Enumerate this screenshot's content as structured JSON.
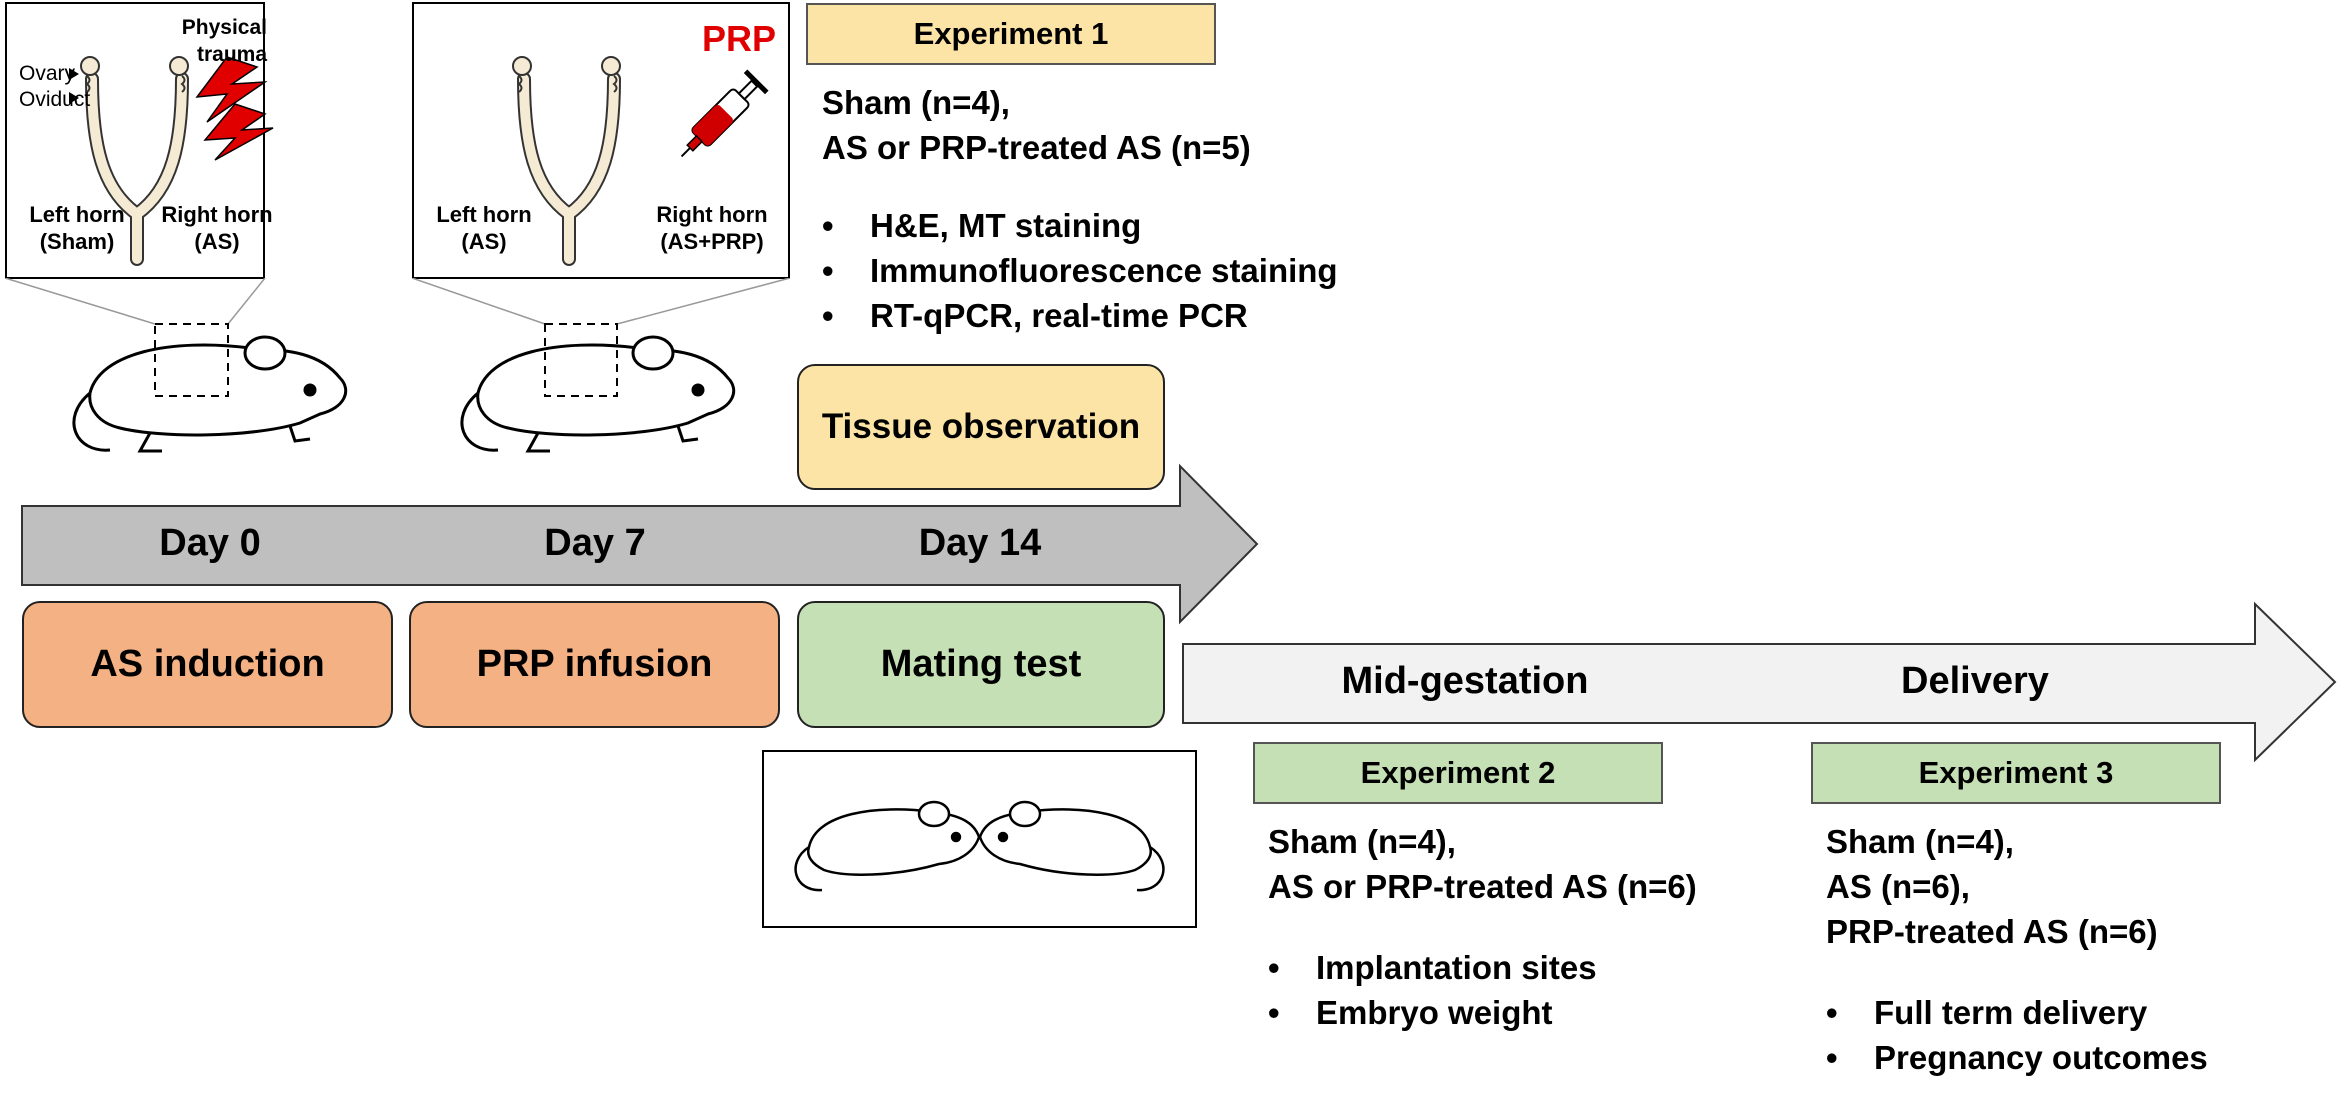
{
  "inset1": {
    "title": "Physical trauma",
    "ovary": "Ovary",
    "oviduct": "Oviduct",
    "left_horn": [
      "Left horn",
      "(Sham)"
    ],
    "right_horn": [
      "Right horn",
      "(AS)"
    ]
  },
  "inset2": {
    "title": "PRP",
    "left_horn": [
      "Left horn",
      "(AS)"
    ],
    "right_horn": [
      "Right horn",
      "(AS+PRP)"
    ]
  },
  "experiment1": {
    "header": "Experiment 1",
    "groups": [
      "Sham (n=4),",
      "AS or PRP-treated AS (n=5)"
    ],
    "bullets": [
      "H&E, MT staining",
      "Immunofluorescence staining",
      "RT-qPCR, real-time PCR"
    ]
  },
  "tissue_observation": "Tissue observation",
  "timeline1": {
    "days": [
      "Day 0",
      "Day 7",
      "Day 14"
    ]
  },
  "stages": {
    "as_induction": "AS induction",
    "prp_infusion": "PRP infusion",
    "mating_test": "Mating test"
  },
  "timeline2": {
    "phases": [
      "Mid-gestation",
      "Delivery"
    ]
  },
  "experiment2": {
    "header": "Experiment 2",
    "groups": [
      "Sham (n=4),",
      "AS or PRP-treated AS (n=6)"
    ],
    "bullets": [
      "Implantation sites",
      "Embryo weight"
    ]
  },
  "experiment3": {
    "header": "Experiment 3",
    "groups": [
      "Sham (n=4),",
      "AS (n=6),",
      "PRP-treated AS (n=6)"
    ],
    "bullets": [
      "Full term delivery",
      "Pregnancy outcomes"
    ]
  },
  "colors": {
    "yellow": "#fce4a6",
    "orange": "#f4b183",
    "green": "#c5e0b4",
    "gray_arrow": "#bfbfbf",
    "light_arrow": "#f2f2f2",
    "prp_red": "#e00000",
    "uterus": "#f5ead3"
  }
}
